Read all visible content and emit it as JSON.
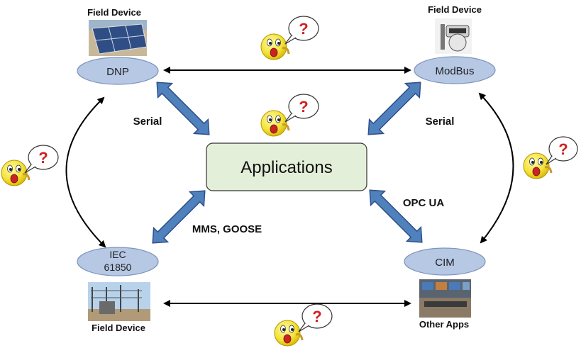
{
  "app_box": {
    "label": "Applications"
  },
  "nodes": {
    "dnp": {
      "label": "DNP",
      "caption": "Field Device"
    },
    "modbus": {
      "label": "ModBus",
      "caption": "Field Device"
    },
    "iec": {
      "label_line1": "IEC",
      "label_line2": "61850",
      "caption": "Field Device"
    },
    "cim": {
      "label": "CIM",
      "caption": "Other Apps"
    }
  },
  "links": {
    "dnp_app": "Serial",
    "modbus_app": "Serial",
    "iec_app": "MMS,  GOOSE",
    "cim_app": "OPC UA"
  },
  "question_mark": "?",
  "colors": {
    "app_fill": "#e3efd9",
    "node_fill": "#b6c8e4",
    "node_stroke": "#7e95bd",
    "arrow_fill": "#4f81bd",
    "arrow_stroke": "#2f4f8a",
    "smiley": "#f4e43a"
  }
}
